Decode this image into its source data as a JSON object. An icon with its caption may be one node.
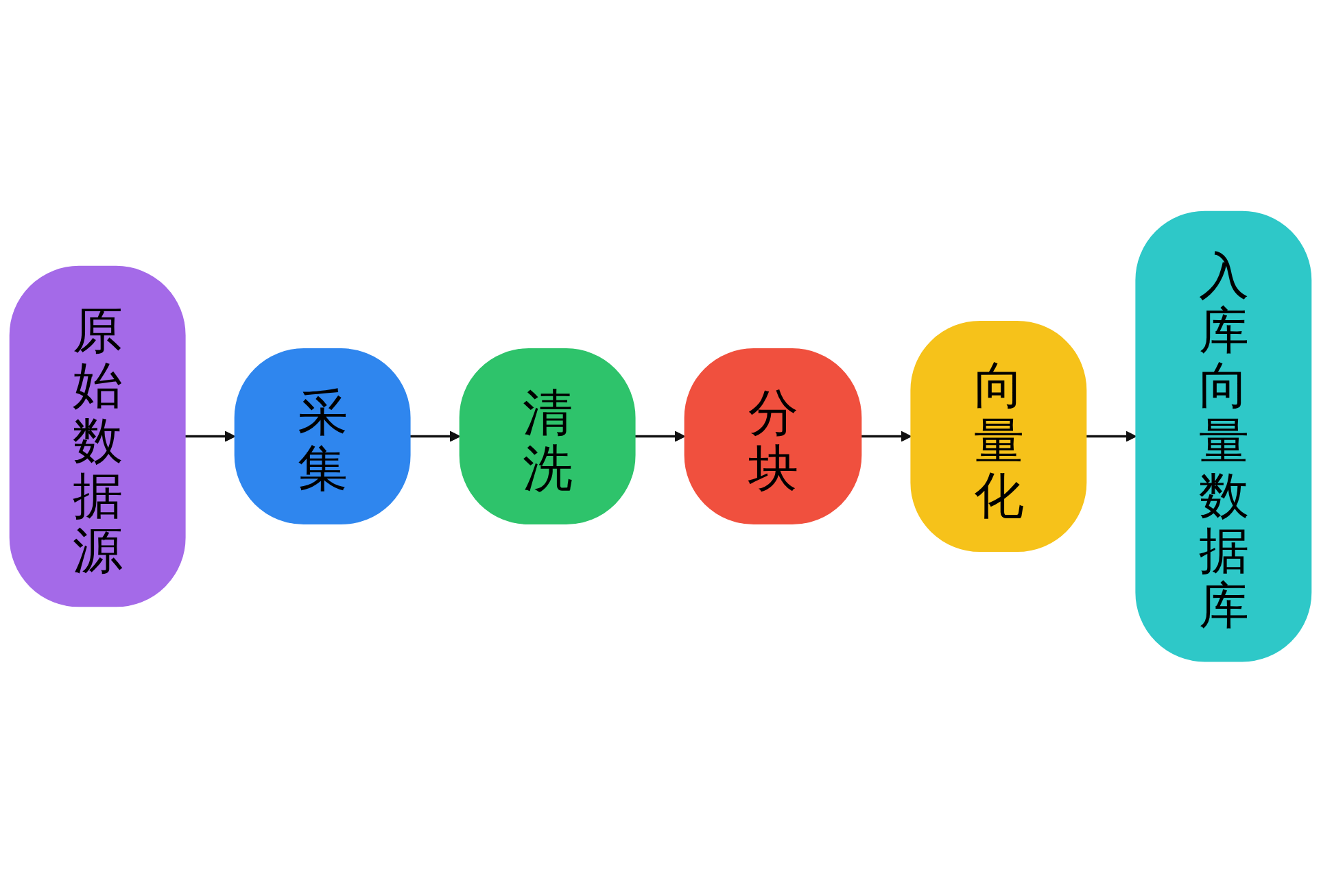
{
  "diagram": {
    "nodes": [
      {
        "text": [
          "原始数据源"
        ]
      },
      {
        "text": [
          "采集"
        ]
      },
      {
        "text": [
          "清洗"
        ]
      },
      {
        "text": [
          "分块"
        ]
      },
      {
        "text": [
          "向量化"
        ]
      },
      {
        "text": [
          "入库向量数据库"
        ]
      }
    ],
    "edges": [
      {
        "from": 0,
        "to": 1,
        "arrow": "to"
      },
      {
        "from": 1,
        "to": 2,
        "arrow": "to"
      },
      {
        "from": 2,
        "to": 3,
        "arrow": "to"
      },
      {
        "from": 3,
        "to": 4,
        "arrow": "to"
      },
      {
        "from": 4,
        "to": 5,
        "arrow": "to"
      }
    ]
  }
}
